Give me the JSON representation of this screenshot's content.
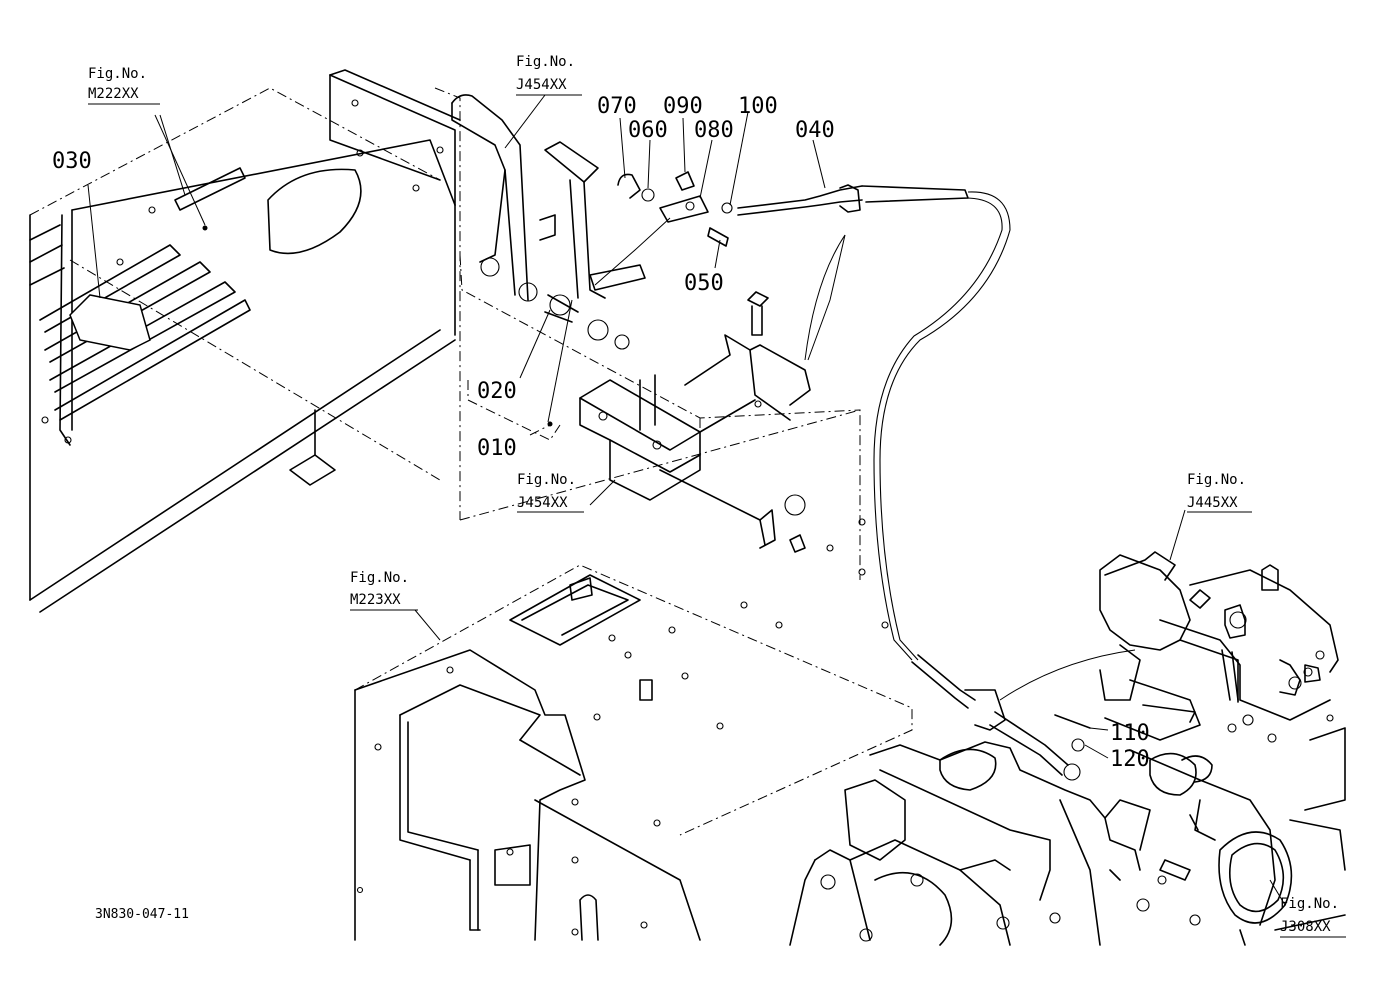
{
  "diagram_code": "3N830-047-11",
  "part_numbers": {
    "p010": "010",
    "p020": "020",
    "p030": "030",
    "p040": "040",
    "p050": "050",
    "p060": "060",
    "p070": "070",
    "p080": "080",
    "p090": "090",
    "p100": "100",
    "p110": "110",
    "p120": "120"
  },
  "figure_refs": {
    "m222": {
      "prefix": "Fig.No.",
      "code": "M222XX"
    },
    "j454_top": {
      "prefix": "Fig.No.",
      "code": "J454XX"
    },
    "j454_mid": {
      "prefix": "Fig.No.",
      "code": "J454XX"
    },
    "m223": {
      "prefix": "Fig.No.",
      "code": "M223XX"
    },
    "j445": {
      "prefix": "Fig.No.",
      "code": "J445XX"
    },
    "j308": {
      "prefix": "Fig.No.",
      "code": "J308XX"
    }
  },
  "colors": {
    "ink": "#000000",
    "paper": "#ffffff"
  }
}
